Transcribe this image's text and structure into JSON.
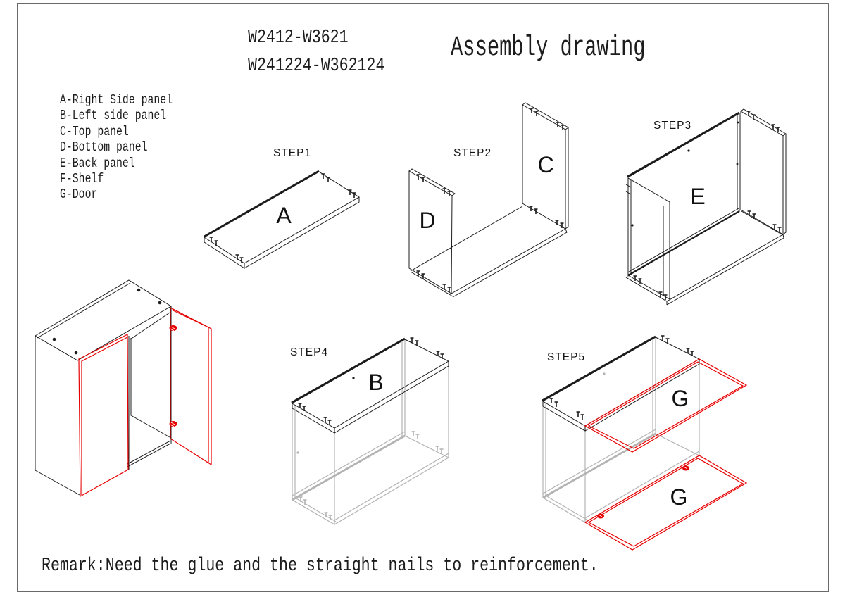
{
  "header": {
    "model_codes": [
      "W2412-W3621",
      "W241224-W362124"
    ],
    "title": "Assembly drawing"
  },
  "parts_list": [
    "A-Right Side panel",
    "B-Left side panel",
    "C-Top panel",
    "D-Bottom panel",
    "E-Back panel",
    "F-Shelf",
    "G-Door"
  ],
  "steps": [
    {
      "label": "STEP1",
      "panels": [
        "A"
      ]
    },
    {
      "label": "STEP2",
      "panels": [
        "D",
        "C"
      ]
    },
    {
      "label": "STEP3",
      "panels": [
        "E"
      ]
    },
    {
      "label": "STEP4",
      "panels": [
        "B"
      ]
    },
    {
      "label": "STEP5",
      "panels": [
        "G",
        "G"
      ]
    }
  ],
  "remark": "Remark:Need the glue and the straight nails to reinforcement.",
  "colors": {
    "line": "#1c1c1c",
    "gray": "#b3b3b3",
    "red": "#e60000"
  }
}
